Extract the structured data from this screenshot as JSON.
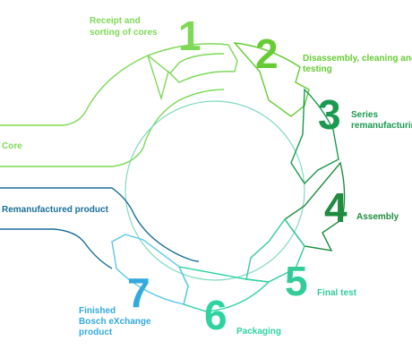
{
  "steps": [
    {
      "number": "1",
      "label_lines": [
        "Receipt and",
        "sorting of cores"
      ],
      "color": "#7ed957"
    },
    {
      "number": "2",
      "label_lines": [
        "Disassembly, cleaning and",
        "testing"
      ],
      "color": "#66cc33"
    },
    {
      "number": "3",
      "label_lines": [
        "Series",
        "remanufacturing"
      ],
      "color": "#1a9a50"
    },
    {
      "number": "4",
      "label_lines": [
        "Assembly"
      ],
      "color": "#1f8c3f"
    },
    {
      "number": "5",
      "label_lines": [
        "Final test"
      ],
      "color": "#33cc99"
    },
    {
      "number": "6",
      "label_lines": [
        "Packaging"
      ],
      "color": "#2ed3a0"
    },
    {
      "number": "7",
      "label_lines": [
        "Finished",
        "Bosch eXchange",
        "product"
      ],
      "color": "#33aadd"
    }
  ],
  "inputs": {
    "core_label": "Core",
    "core_color": "#7ed957",
    "product_label": "Remanufactured product",
    "product_color": "#1a6f9a"
  }
}
